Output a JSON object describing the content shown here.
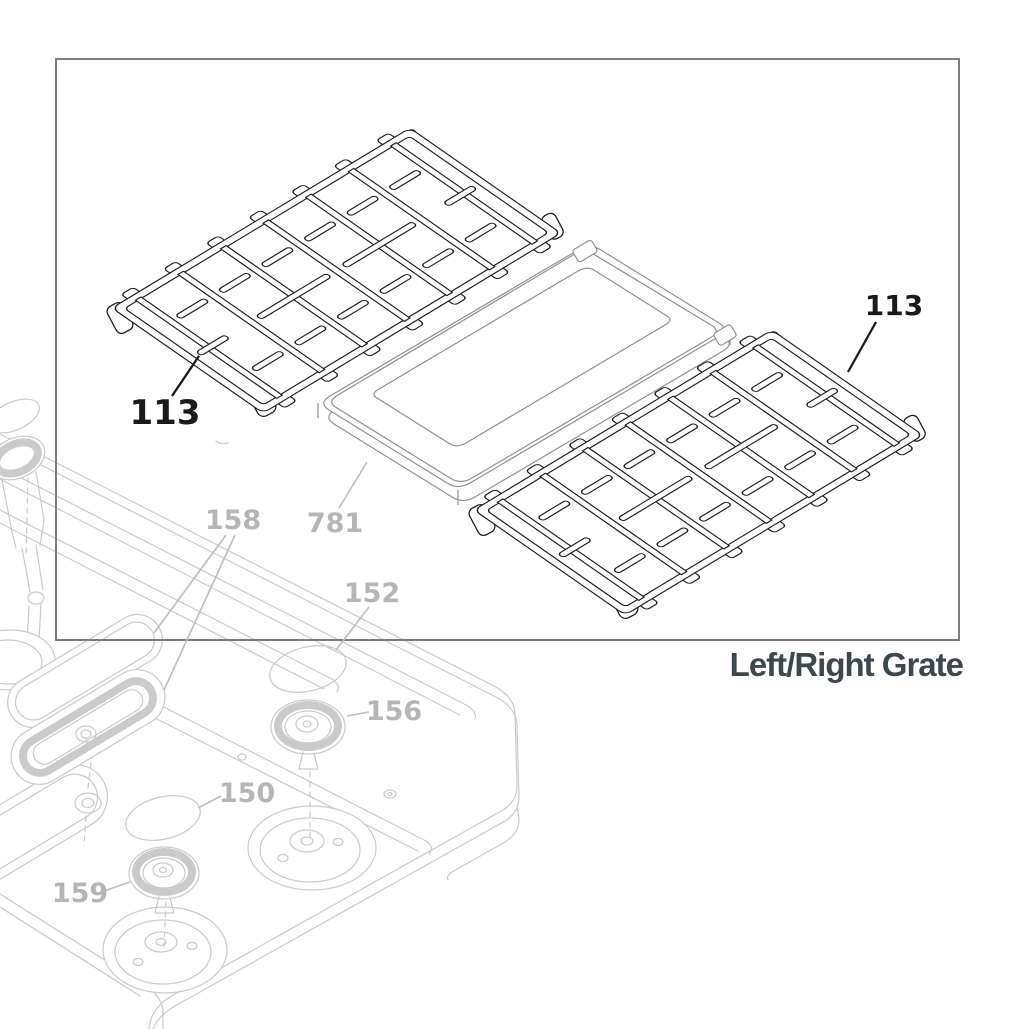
{
  "figure": {
    "title": "Left/Right Grate",
    "callouts": [
      {
        "part": "113",
        "target": "left-grate"
      },
      {
        "part": "113",
        "target": "right-grate"
      },
      {
        "part": "158",
        "target": "oval-burner-assembly"
      },
      {
        "part": "781",
        "target": "griddle"
      },
      {
        "part": "152",
        "target": "center-burner-cap-recess"
      },
      {
        "part": "156",
        "target": "center-burner-head"
      },
      {
        "part": "150",
        "target": "left-burner-cap-recess"
      },
      {
        "part": "159",
        "target": "left-burner-head"
      }
    ],
    "colors": {
      "ink": "#1a1a1a",
      "muted_label": "#b5b5b5",
      "leader_muted": "#bdbdbd",
      "faded_art": "#cacaca",
      "griddle_art": "#909090",
      "border": "#7d7d7d",
      "title": "#3d474e"
    }
  }
}
